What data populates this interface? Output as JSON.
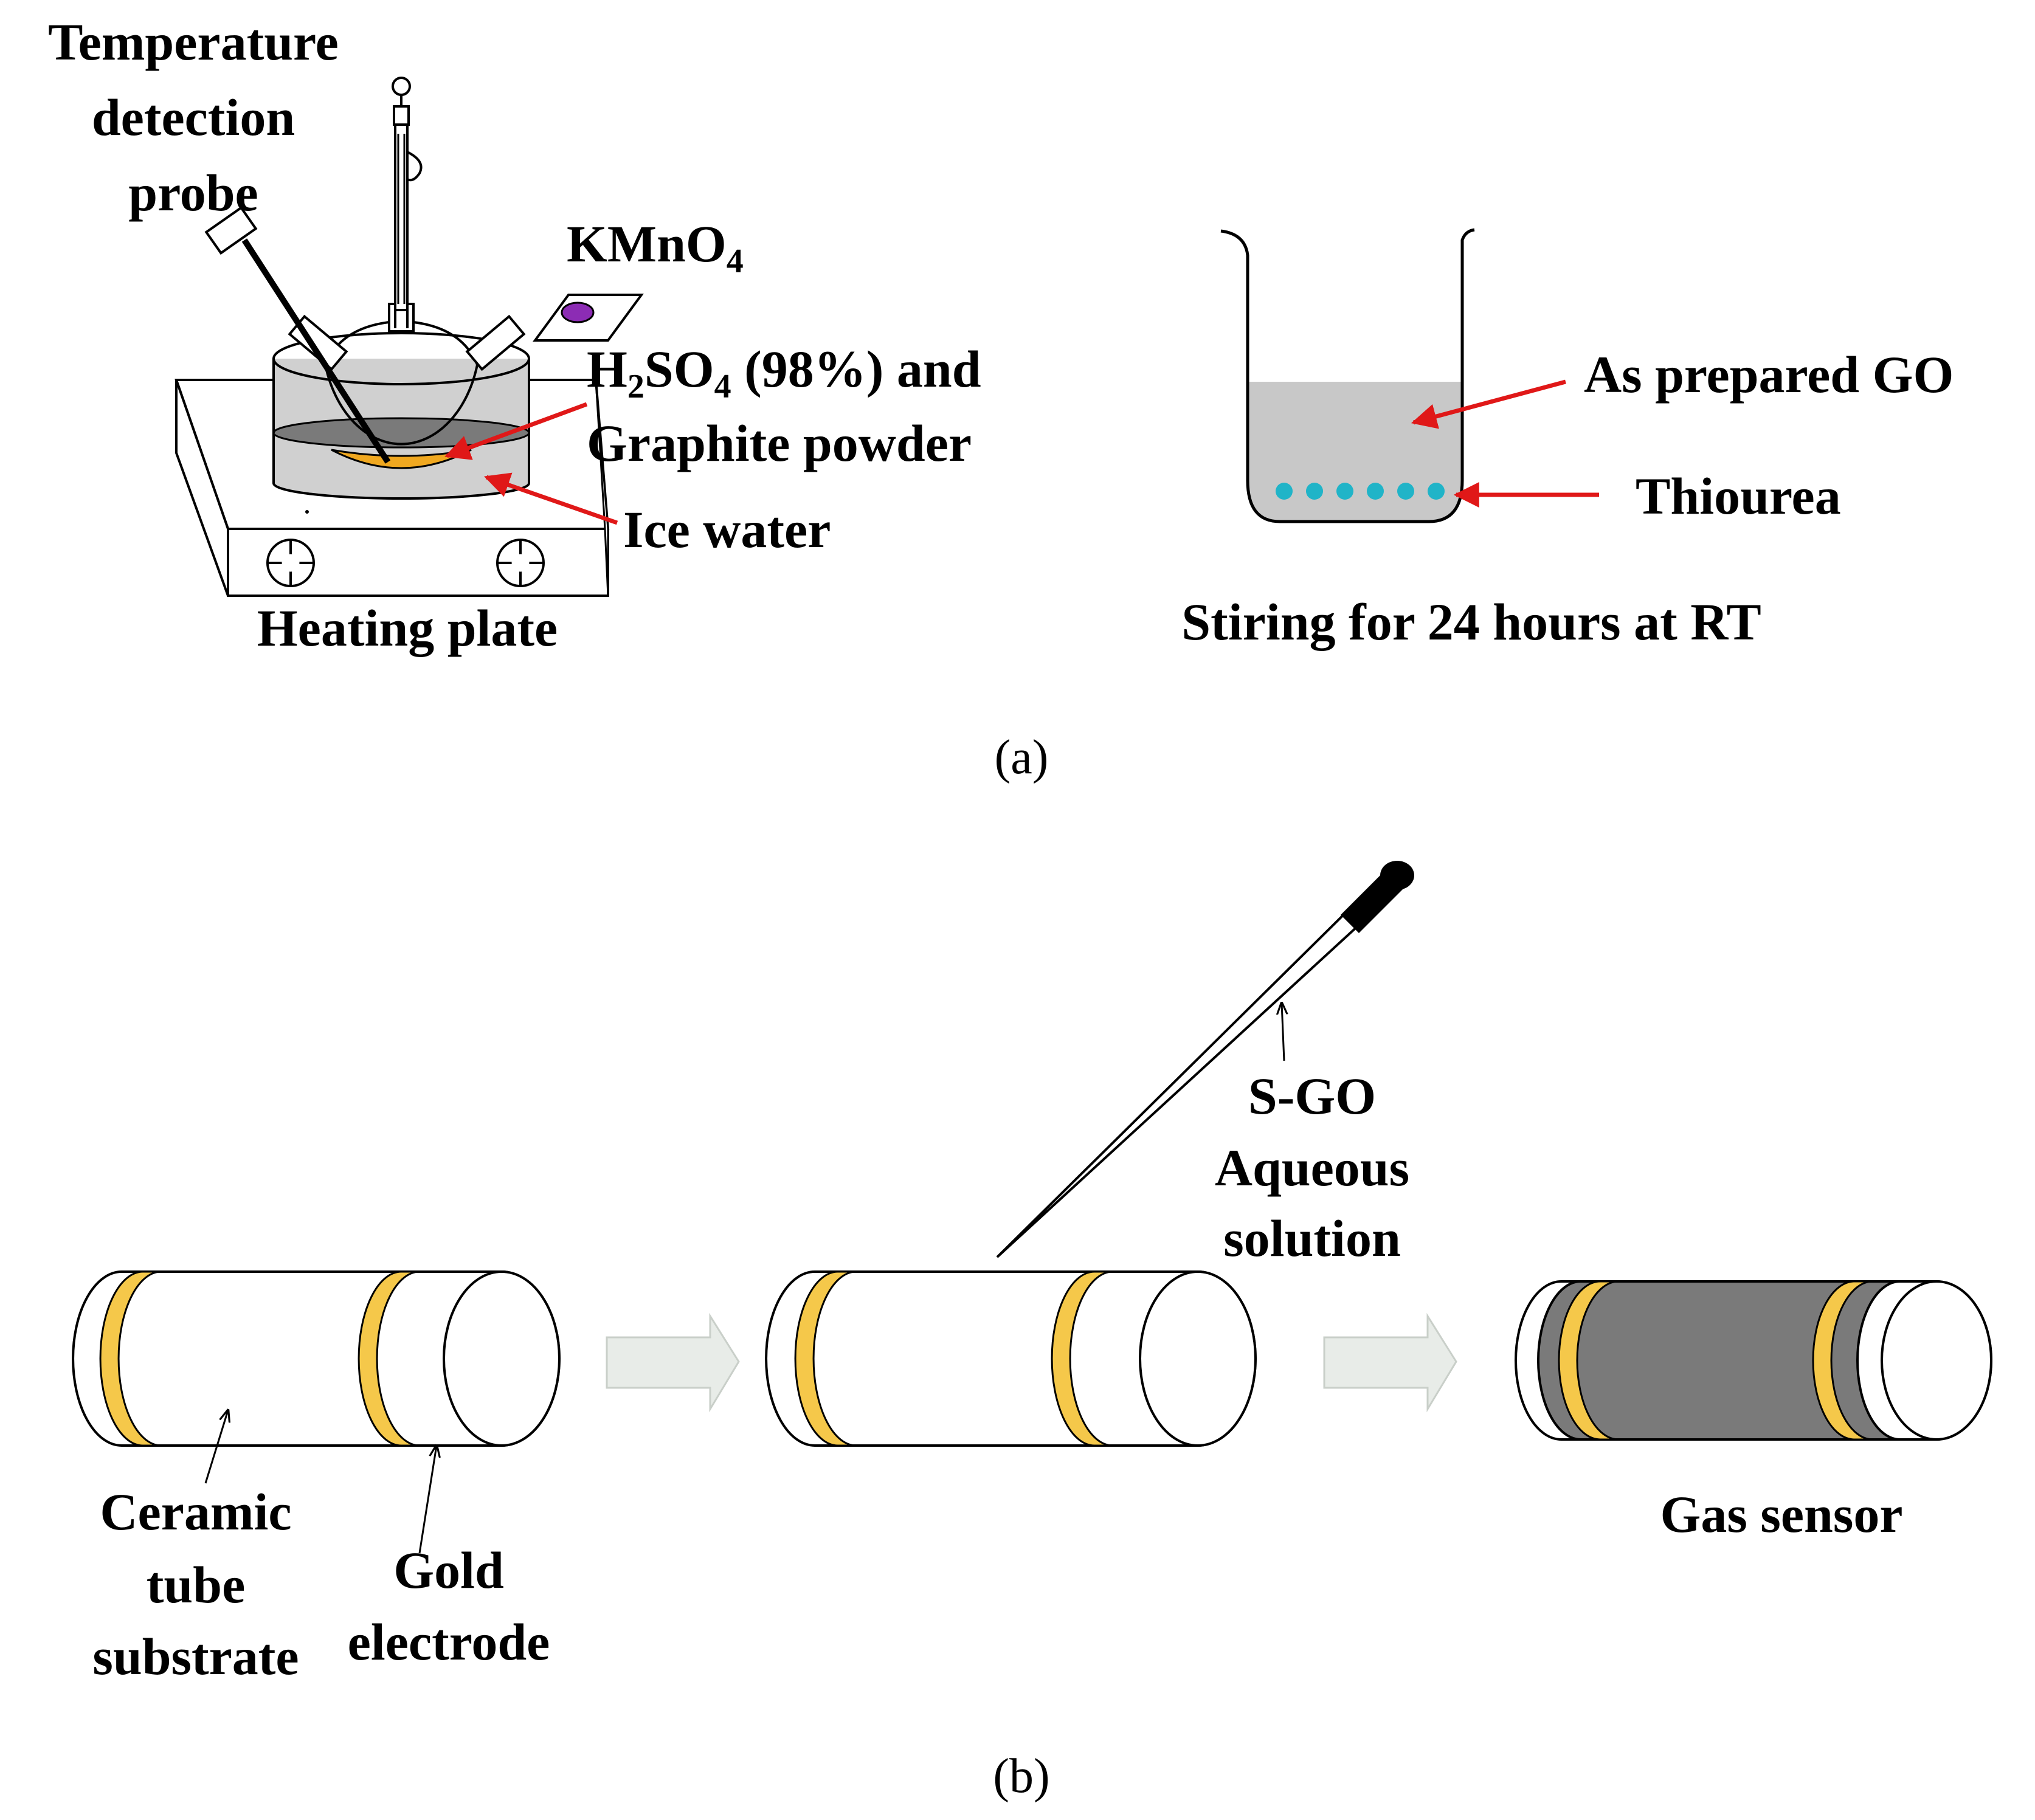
{
  "panel_a": {
    "probe_label": [
      "Temperature",
      "detection",
      "probe"
    ],
    "kmno4": {
      "main": "KMnO",
      "sub": "4"
    },
    "h2so4": {
      "h": "H",
      "sub2": "2",
      "so": "SO",
      "sub4": "4",
      "rest": " (98%) and"
    },
    "graphite_label": "Graphite powder",
    "ice_label": "Ice water",
    "plate_label": "Heating plate",
    "go_label": "As prepared GO",
    "thiourea_label": "Thiourea",
    "stir_label": "Stiring for 24 hours at RT",
    "caption": "(a)"
  },
  "panel_b": {
    "ceramic_label": [
      "Ceramic",
      "tube",
      "substrate"
    ],
    "gold_label": [
      "Gold",
      "electrode"
    ],
    "sgo_label": [
      "S-GO",
      "Aqueous",
      "solution"
    ],
    "sensor_label": "Gas sensor",
    "caption": "(b)"
  },
  "colors": {
    "arrow_red": "#e01818",
    "gold": "#f5c84a",
    "acid": "#f0a820",
    "thiourea": "#20b4c8",
    "go_liquid": "#c8c8c8",
    "sgo_film": "#7a7a7a",
    "flow_arrow": "#e8ece8",
    "kmno4_dot": "#8c2cb4"
  }
}
